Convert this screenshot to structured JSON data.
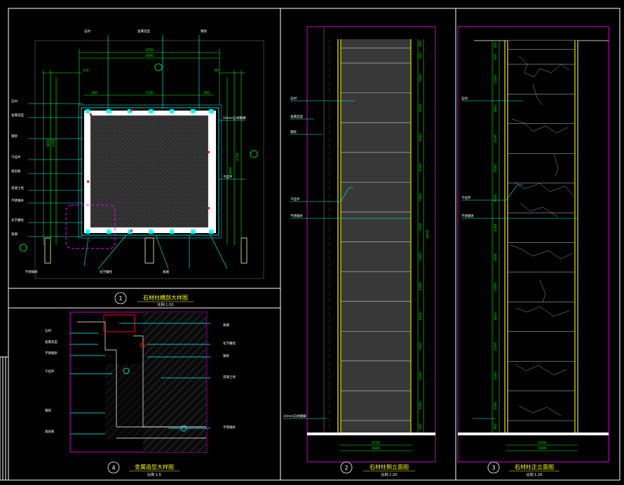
{
  "drawing": {
    "colors": {
      "background": "#000000",
      "frame": "#ffffff",
      "viewport_border": "#ff00ff",
      "dimension": "#00ff00",
      "leader": "#00ffff",
      "stone_edge": "#ffff00",
      "section_fill": "#2a2a2a",
      "accent": "#ff0000",
      "bubble": "#00ff00"
    },
    "views": [
      {
        "number": "1",
        "title": "石材柱横剖大样图",
        "scale": "比例 1:10"
      },
      {
        "number": "4",
        "title": "金属造型大样图",
        "scale": "比例 1:5"
      },
      {
        "number": "2",
        "title": "石材柱侧立面图",
        "scale": "比例 1:20"
      },
      {
        "number": "3",
        "title": "石材柱正立面图",
        "scale": "比例 1:20"
      }
    ],
    "plan_dims": {
      "overall_width": "1750",
      "inner_width": "1600",
      "core_width": "1100",
      "side_dims": [
        "1750",
        "1750",
        "1600",
        "1600"
      ],
      "small_dims": [
        "120",
        "80",
        "300",
        "300",
        "80"
      ]
    },
    "elevation_dims": {
      "heights": [
        "300",
        "500",
        "1000",
        "1000",
        "1000",
        "1000",
        "1000",
        "1000",
        "1000",
        "1000",
        "1000",
        "1000",
        "1000",
        "1000",
        "400"
      ],
      "total_height": "8000",
      "bottom_widths": [
        "1750",
        "1600",
        "1100"
      ]
    },
    "labels": {
      "base_note": "10mm石材踢脚",
      "stone_material": "石材",
      "metal_profile": "金属造型",
      "steel_frame": "钢架",
      "hanging_bracket": "干挂件",
      "plywood_backing": "基层板",
      "core_column": "混凝土柱",
      "stainless_trim": "不锈钢条",
      "anchor_bolt": "化学螺栓",
      "angle_steel": "角钢"
    }
  }
}
